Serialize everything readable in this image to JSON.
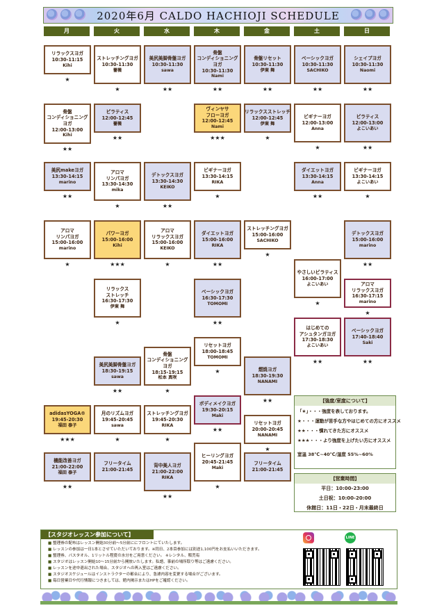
{
  "title": "2020年6月 CALDO HACHIOJI SCHEDULE",
  "days": [
    "月",
    "火",
    "水",
    "木",
    "金",
    "土",
    "日"
  ],
  "classes": {
    "mon1": {
      "lines": [
        "リラックスヨガ",
        "10:30-11:15",
        "Kihi"
      ],
      "stars": "★"
    },
    "mon2": {
      "lines": [
        "骨盤",
        "コンディショニング",
        "ヨガ",
        "12:00-13:00",
        "Kihi"
      ],
      "stars": "★★"
    },
    "mon3": {
      "lines": [
        "美尻makeヨガ",
        "13:30-14:15",
        "marino"
      ],
      "stars": "★★"
    },
    "mon4": {
      "lines": [
        "アロマ",
        "リンパヨガ",
        "15:00-16:00",
        "marino"
      ],
      "stars": "★"
    },
    "mon5": {
      "lines": [
        "adidasYOGA®",
        "19:45-20:30",
        "福田 泰子"
      ],
      "stars": "★★★"
    },
    "mon6": {
      "lines": [
        "機能改善ヨガ",
        "21:00-22:00",
        "福田 泰子"
      ],
      "stars": "★★"
    },
    "tue1": {
      "lines": [
        "ストレッチングヨガ",
        "10:30-11:30",
        "薔薇"
      ],
      "stars": "★"
    },
    "tue2": {
      "lines": [
        "ピラティス",
        "12:00-12:45",
        "薔薇"
      ],
      "stars": "★★"
    },
    "tue3": {
      "lines": [
        "アロマ",
        "リンパヨガ",
        "13:30-14:30",
        "mika"
      ],
      "stars": "★"
    },
    "tue4": {
      "lines": [
        "パワーヨガ",
        "15:00-16:00",
        "Kihi"
      ],
      "stars": "★★★"
    },
    "tue5": {
      "lines": [
        "リラックス",
        "ストレッチ",
        "16:30-17:30",
        "伊東 舞"
      ],
      "stars": "★"
    },
    "tue6": {
      "lines": [
        "美尻美脚骨盤ヨガ",
        "18:30-19:15",
        "sawa"
      ],
      "stars": "★★"
    },
    "tue7": {
      "lines": [
        "月のリズムヨガ",
        "19:45-20:45",
        "sawa"
      ],
      "stars": "★"
    },
    "tue8": {
      "lines": [
        "フリータイム",
        "21:00-21:45"
      ],
      "stars": ""
    },
    "wed1": {
      "lines": [
        "美尻美脚骨盤ヨガ",
        "10:30-11:30",
        "sawa"
      ],
      "stars": "★★"
    },
    "wed2": {
      "lines": [
        "デトックスヨガ",
        "13:30-14:30",
        "KEIKO"
      ],
      "stars": "★★"
    },
    "wed3": {
      "lines": [
        "アロマ",
        "リラックスヨガ",
        "15:00-16:00",
        "KEIKO"
      ],
      "stars": "★"
    },
    "wed4": {
      "lines": [
        "骨盤",
        "コンディショニング",
        "ヨガ",
        "18:15-19:15",
        "松本 真咲"
      ],
      "stars": "★"
    },
    "wed5": {
      "lines": [
        "ストレッチングヨガ",
        "19:45-20:30",
        "RIKA"
      ],
      "stars": "★"
    },
    "wed6": {
      "lines": [
        "背中美人ヨガ",
        "21:00-22:00",
        "RIKA"
      ],
      "stars": "★★"
    },
    "thu1": {
      "lines": [
        "骨盤",
        "コンディショニング",
        "ヨガ",
        "10:30-11:30",
        "Nami"
      ],
      "stars": "★★"
    },
    "thu2": {
      "lines": [
        "ヴィンヤサ",
        "フローヨガ",
        "12:00-12:45",
        "Nami"
      ],
      "stars": "★★★"
    },
    "thu3": {
      "lines": [
        "ビギナーヨガ",
        "13:30-14:15",
        "RIKA"
      ],
      "stars": "★"
    },
    "thu4": {
      "lines": [
        "ダイエットヨガ",
        "15:00-16:00",
        "RIKA"
      ],
      "stars": "★★"
    },
    "thu5": {
      "lines": [
        "ベーシックヨガ",
        "16:30-17:30",
        "TOMOMI"
      ],
      "stars": "★★"
    },
    "thu6": {
      "lines": [
        "リセットヨガ",
        "18:00-18:45",
        "TOMOMI"
      ],
      "stars": "★"
    },
    "thu7": {
      "lines": [
        "ボディメイクヨガ",
        "19:30-20:15",
        "Maki"
      ],
      "stars": "★★"
    },
    "thu8": {
      "lines": [
        "ヒーリングヨガ",
        "20:45-21:45",
        "Maki"
      ],
      "stars": "★"
    },
    "fri1": {
      "lines": [
        "骨盤リセット",
        "10:30-11:30",
        "伊東 舞"
      ],
      "stars": "★★"
    },
    "fri2": {
      "lines": [
        "リラックスストレッチ",
        "12:00-12:45",
        "伊東 舞"
      ],
      "stars": "★"
    },
    "fri3": {
      "lines": [
        "ストレッチングヨガ",
        "15:00-16:00",
        "SACHIKO"
      ],
      "stars": "★"
    },
    "fri4": {
      "lines": [
        "燃焼ヨガ",
        "18:30-19:30",
        "NANAMI"
      ],
      "stars": "★★"
    },
    "fri5": {
      "lines": [
        "リセットヨガ",
        "20:00-20:45",
        "NANAMI"
      ],
      "stars": "★"
    },
    "fri6": {
      "lines": [
        "フリータイム",
        "21:00-21:45"
      ],
      "stars": ""
    },
    "sat1": {
      "lines": [
        "ベーシックヨガ",
        "10:30-11:30",
        "SACHIKO"
      ],
      "stars": "★★"
    },
    "sat2": {
      "lines": [
        "ビギナーヨガ",
        "12:00-13:00",
        "Anna"
      ],
      "stars": "★"
    },
    "sat3": {
      "lines": [
        "ダイエットヨガ",
        "13:30-14:15",
        "Anna"
      ],
      "stars": "★★"
    },
    "sat4": {
      "lines": [
        "やさしいピラティス",
        "16:00-17:00",
        "よこいあい"
      ],
      "stars": "★"
    },
    "sat5": {
      "lines": [
        "はじめての",
        "アシュタンガヨガ",
        "17:30-18:30",
        "よこいあい"
      ],
      "stars": "★★"
    },
    "sun1": {
      "lines": [
        "シェイプヨガ",
        "10:30-11:30",
        "Naomi"
      ],
      "stars": "★★"
    },
    "sun2": {
      "lines": [
        "ピラティス",
        "12:00-13:00",
        "よこいあい"
      ],
      "stars": "★★"
    },
    "sun3": {
      "lines": [
        "ビギナーヨガ",
        "13:30-14:15",
        "よこいあい"
      ],
      "stars": "★"
    },
    "sun4": {
      "lines": [
        "デトックスヨガ",
        "15:00-16:00",
        "marino"
      ],
      "stars": "★★"
    },
    "sun5": {
      "lines": [
        "アロマ",
        "リラックスヨガ",
        "16:30-17:15",
        "marino"
      ],
      "stars": "★"
    },
    "sun6": {
      "lines": [
        "ベーシックヨガ",
        "17:40-18:40",
        "Saki"
      ],
      "stars": "★★"
    }
  },
  "intensity": {
    "heading": "【強度/室度について】",
    "intro": "「★」・・・強度を表しております。",
    "one": "★・・・運動が苦手な方やはじめての方にオススメ",
    "two": "★★・・・慣れてきた方にオススメ",
    "three": "★★★・・・より強度を上げたい方にオススメ",
    "temp": "室温 38℃~40℃/湿度 55%~60%"
  },
  "hours": {
    "heading": "【営業時間】",
    "weekday": "平日：10:00-23:00",
    "weekend": "土日祝：10:00-20:00",
    "closed": "休館日：11日・22日・月末最終日"
  },
  "notes": {
    "heading": "【スタジオレッスン参加について】",
    "items": [
      "整理券の配布はレッスン開始30分前～5分前ににフロントにていたします。",
      "レッスンの参加は一日1本とさせていただいております。※同日、2本目参加には別途1,100円をお支払いいただきます。",
      "整理券、バスタオル、1リットル程度の水分をご用意ください。 ※レンタル、販売有",
      "スタジオはレッスン開始10～15分前から開放いたします。私語、事前の場所取り等はご遠慮ください。",
      "レッスンを途中退出された場合、スタジオへの再入室はご遠慮ください。",
      "スタジオスケジュールはインストラクターの都合により、急遽内容を変更する場合がございます。",
      "毎日営業日や代行情報につきましては、館内掲示またはHPをご確認ください。"
    ]
  },
  "social": {
    "line_label": "LINE"
  },
  "colors": {
    "header_green": "#55641d",
    "box_border": "#7a4e2c",
    "lavender": "#d9dcf0",
    "highlight": "#fbd77a"
  }
}
